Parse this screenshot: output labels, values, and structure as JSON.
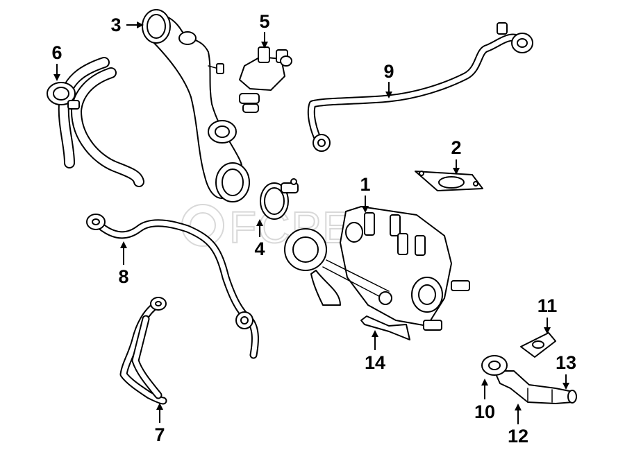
{
  "diagram": {
    "watermark_text": "FCPEuro",
    "callouts": [
      {
        "id": "1",
        "label": "1"
      },
      {
        "id": "2",
        "label": "2"
      },
      {
        "id": "3",
        "label": "3"
      },
      {
        "id": "4",
        "label": "4"
      },
      {
        "id": "5",
        "label": "5"
      },
      {
        "id": "6",
        "label": "6"
      },
      {
        "id": "7",
        "label": "7"
      },
      {
        "id": "8",
        "label": "8"
      },
      {
        "id": "9",
        "label": "9"
      },
      {
        "id": "10",
        "label": "10"
      },
      {
        "id": "11",
        "label": "11"
      },
      {
        "id": "12",
        "label": "12"
      },
      {
        "id": "13",
        "label": "13"
      },
      {
        "id": "14",
        "label": "14"
      }
    ]
  }
}
